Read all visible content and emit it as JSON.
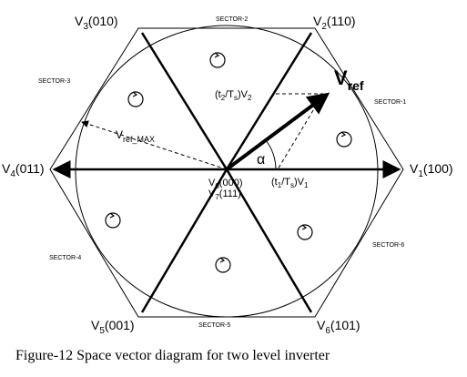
{
  "vectors": {
    "v1": {
      "base": "V",
      "sub": "1",
      "state": "(100)"
    },
    "v2": {
      "base": "V",
      "sub": "2",
      "state": "(110)"
    },
    "v3": {
      "base": "V",
      "sub": "3",
      "state": "(010)"
    },
    "v4": {
      "base": "V",
      "sub": "4",
      "state": "(011)"
    },
    "v5": {
      "base": "V",
      "sub": "5",
      "state": "(001)"
    },
    "v6": {
      "base": "V",
      "sub": "6",
      "state": "(101)"
    }
  },
  "zero_vectors": {
    "v0": {
      "base": "V",
      "sub": "0",
      "state": "(000)"
    },
    "v7": {
      "base": "V",
      "sub": "7",
      "state": "(111)"
    }
  },
  "sectors": [
    "SECTOR-1",
    "SECTOR-2",
    "SECTOR-3",
    "SECTOR-4",
    "SECTOR-5",
    "SECTOR-6"
  ],
  "vref": {
    "base": "V",
    "sub": "ref"
  },
  "vref_max": {
    "base": "V",
    "sub": "ref_MAX"
  },
  "components": {
    "t1": {
      "open": "(t",
      "t_sub": "1",
      "slash": "/T",
      "ts_sub": "s",
      "close": ")V",
      "v_sub": "1"
    },
    "t2": {
      "open": "(t",
      "t_sub": "2",
      "slash": "/T",
      "ts_sub": "s",
      "close": ")V",
      "v_sub": "2"
    }
  },
  "angle_symbol": "α",
  "caption": "Figure-12 Space vector diagram for two level inverter"
}
